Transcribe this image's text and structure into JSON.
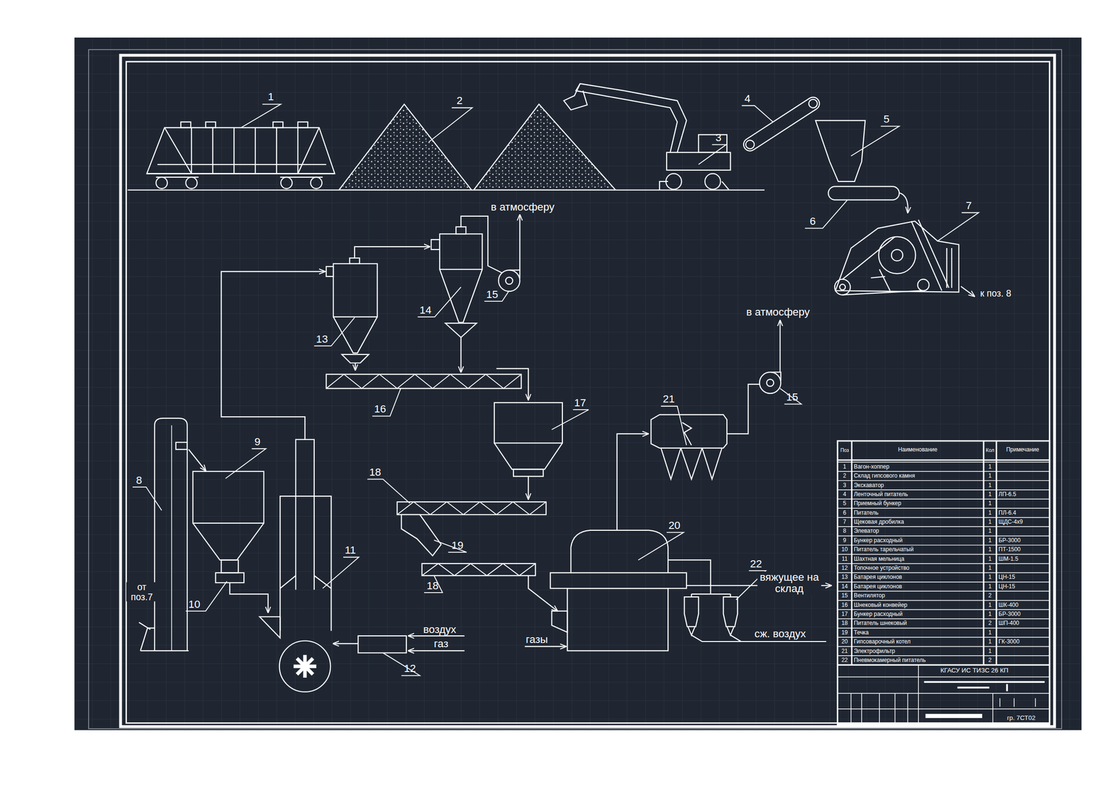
{
  "diagram": {
    "labels": [
      "1",
      "2",
      "3",
      "4",
      "5",
      "6",
      "7",
      "8",
      "9",
      "10",
      "11",
      "12",
      "13",
      "14",
      "15",
      "15",
      "16",
      "17",
      "18",
      "18",
      "19",
      "20",
      "21",
      "22",
      "в атмосферу",
      "в атмосферу",
      "к поз. 8",
      "от поз.7",
      "воздух",
      "газ",
      "газы",
      "вяжущее на склад",
      "сж. воздух",
      "Поз",
      "Наименование",
      "Кол",
      "Примечание",
      "1",
      "Вагон-хоппер",
      "1",
      "2",
      "Склад гипсового камня",
      "1",
      "3",
      "Экскаватор",
      "1",
      "4",
      "Ленточный питатель",
      "1",
      "ЛП-6.5",
      "5",
      "Приемный бункер",
      "1",
      "6",
      "Питатель",
      "1",
      "ПЛ-6.4",
      "7",
      "Щековая дробилка",
      "1",
      "ЩДС-4х9",
      "8",
      "Элеватор",
      "1",
      "9",
      "Бункер расходный",
      "1",
      "БР-3000",
      "10",
      "Питатель тарельчатый",
      "1",
      "ПТ-1500",
      "11",
      "Шахтная мельница",
      "1",
      "ШМ-1.5",
      "12",
      "Топочное устройство",
      "1",
      "13",
      "Батарея циклонов",
      "1",
      "ЦН-15",
      "14",
      "Батарея циклонов",
      "1",
      "ЦН-15",
      "15",
      "Вентилятор",
      "2",
      "16",
      "Шнековый конвейер",
      "1",
      "ШК-400",
      "17",
      "Бункер расходный",
      "1",
      "БР-3000",
      "18",
      "Питатель шнековый",
      "2",
      "ШП-400",
      "19",
      "Течка",
      "1",
      "20",
      "Гипсоварочный котел",
      "1",
      "ГК-3000",
      "21",
      "Электрофильтр",
      "1",
      "22",
      "Пневмокамерный питатель",
      "2",
      "КГАСУ ИС ТИЗС 26 КП",
      "гр. 7СТ02"
    ]
  }
}
